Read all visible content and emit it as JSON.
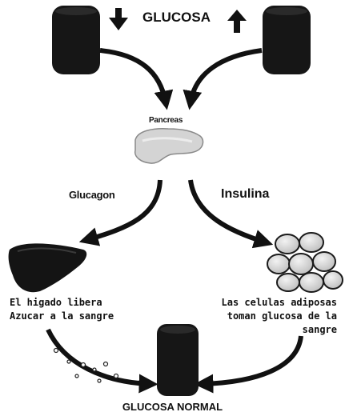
{
  "title": "GLUCOSA",
  "organ_label": "Pancreas",
  "left_hormone": "Glucagon",
  "right_hormone": "Insulina",
  "liver_text": {
    "line1": "El higado libera",
    "line2": "Azucar a la sangre"
  },
  "fat_text": {
    "line1": "Las celulas adiposas",
    "line2": "toman glucosa de la",
    "line3": "sangre"
  },
  "result_label": "GLUCOSA NORMAL"
}
